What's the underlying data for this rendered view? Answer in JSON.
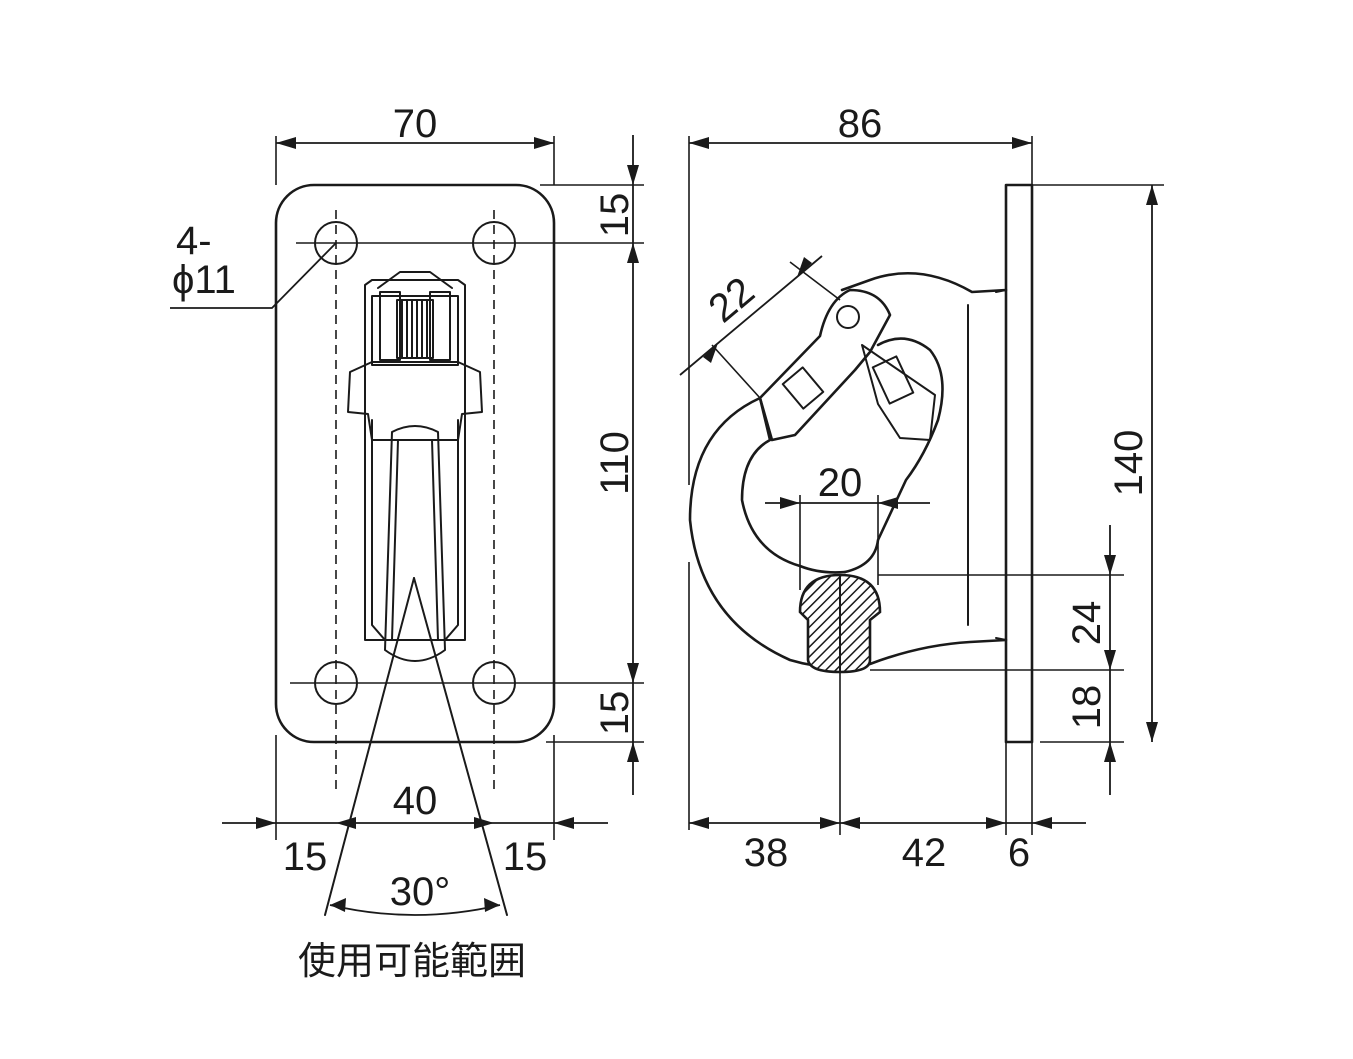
{
  "dimensions": {
    "front_width": "70",
    "hole_spec_count": "4-",
    "hole_spec_dia": "ϕ11",
    "hole_pitch_vertical": "110",
    "edge_top": "15",
    "edge_bottom": "15",
    "hole_pitch_horizontal": "40",
    "edge_left": "15",
    "edge_right": "15",
    "swing_angle": "30°",
    "side_depth": "86",
    "side_height": "140",
    "hook_opening": "22",
    "hook_inner_width": "20",
    "hook_gap": "24",
    "hook_bottom_offset": "18",
    "hook_center_from_front": "38",
    "hook_center_to_plate": "42",
    "plate_thickness": "6"
  },
  "labels": {
    "usable_range": "使用可能範囲"
  },
  "colors": {
    "line": "#1a1a1a",
    "background": "#ffffff"
  }
}
